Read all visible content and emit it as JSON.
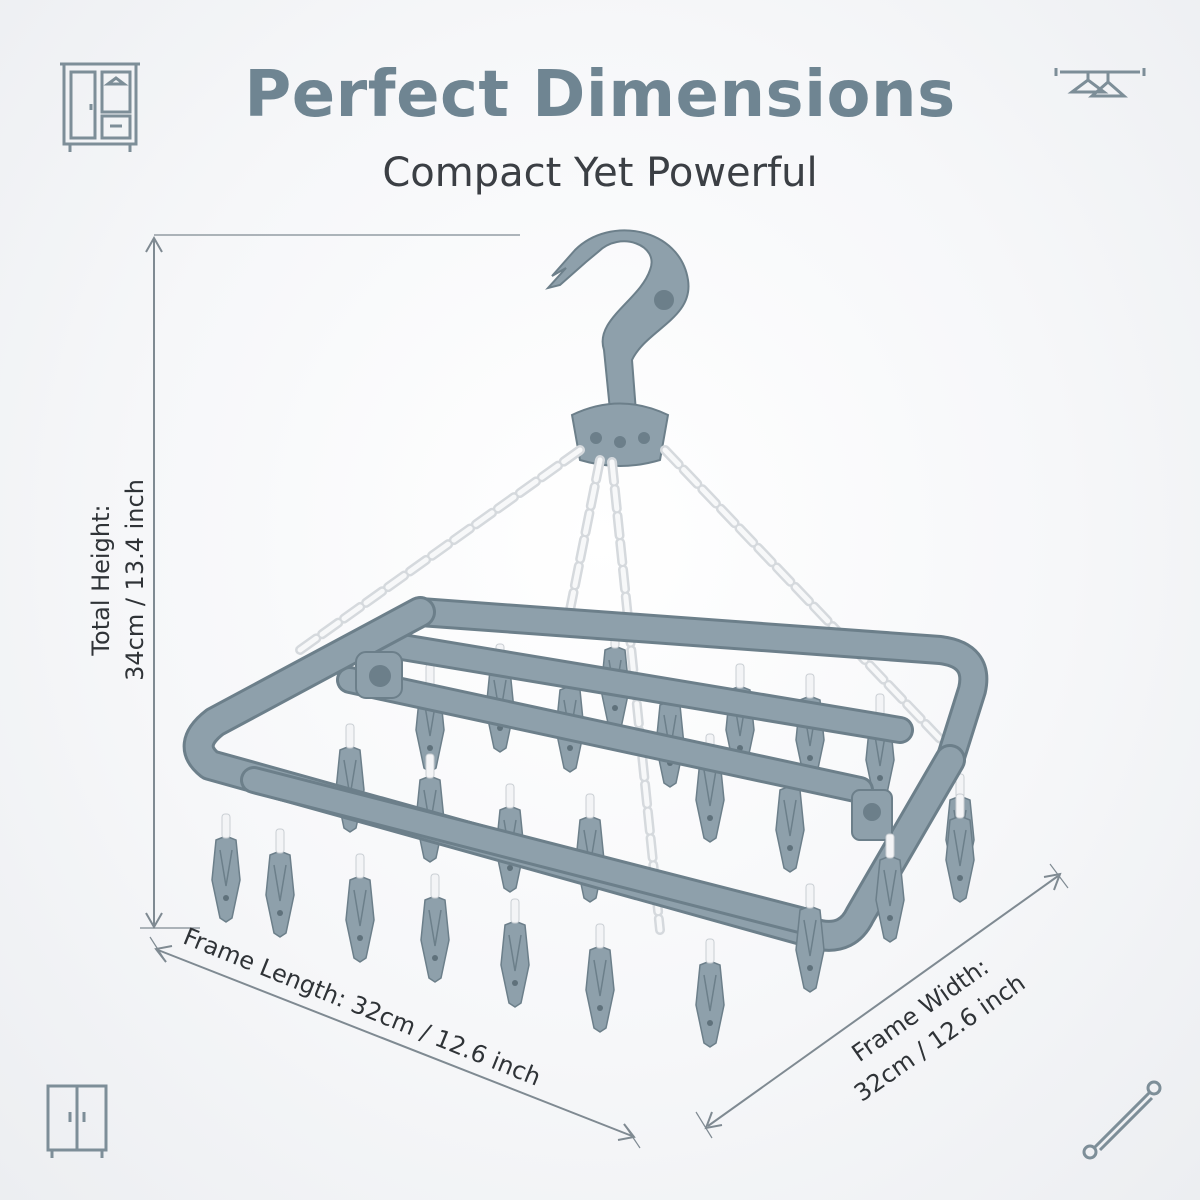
{
  "header": {
    "title": "Perfect Dimensions",
    "subtitle": "Compact Yet Powerful"
  },
  "dimensions": {
    "height": {
      "line1": "Total Height:",
      "line2": "34cm / 13.4 inch"
    },
    "length": {
      "text": "Frame Length: 32cm / 12.6 inch"
    },
    "width": {
      "line1": "Frame Width:",
      "line2": "32cm / 12.6 inch"
    }
  },
  "icons": {
    "top_left": "wardrobe-icon",
    "top_right": "clothes-rail-icon",
    "bottom_left": "cabinet-icon",
    "bottom_right": "rod-icon"
  },
  "colors": {
    "title": "#6f8592",
    "product": "#8ea0ab",
    "product_dark": "#6c7f8a",
    "chain": "#f3f4f6",
    "dimension_line": "#7f8a92",
    "text": "#2f3337"
  }
}
